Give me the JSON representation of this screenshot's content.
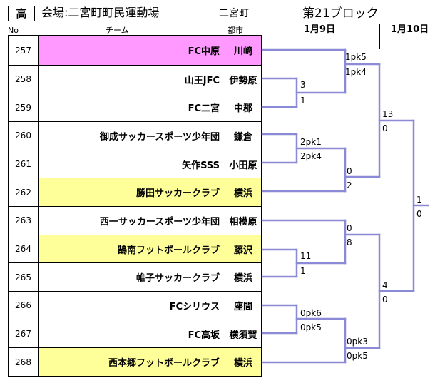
{
  "header": {
    "level_badge": "高",
    "venue": "会場:二宮町町民運動場",
    "host_town": "二宮町",
    "block_title": "第21ブロック",
    "date_round1": "1月9日",
    "date_round2": "1月10日",
    "col_no": "No",
    "col_team": "チーム",
    "col_city": "都市"
  },
  "colors": {
    "highlight_pink": "#ff99ff",
    "highlight_yellow": "#ffff99",
    "bracket_line": "#8a8ad6"
  },
  "teams": [
    {
      "no": "257",
      "name": "FC中原",
      "city": "川崎",
      "highlight": "pink"
    },
    {
      "no": "258",
      "name": "山王JFC",
      "city": "伊勢原",
      "highlight": ""
    },
    {
      "no": "259",
      "name": "FC二宮",
      "city": "中郡",
      "highlight": ""
    },
    {
      "no": "260",
      "name": "御成サッカースポーツ少年団",
      "city": "鎌倉",
      "highlight": ""
    },
    {
      "no": "261",
      "name": "矢作SSS",
      "city": "小田原",
      "highlight": ""
    },
    {
      "no": "262",
      "name": "勝田サッカークラブ",
      "city": "横浜",
      "highlight": "yellow"
    },
    {
      "no": "263",
      "name": "西一サッカースポーツ少年団",
      "city": "相模原",
      "highlight": ""
    },
    {
      "no": "264",
      "name": "鵠南フットボールクラブ",
      "city": "藤沢",
      "highlight": "yellow"
    },
    {
      "no": "265",
      "name": "帷子サッカークラブ",
      "city": "横浜",
      "highlight": ""
    },
    {
      "no": "266",
      "name": "FCシリウス",
      "city": "座間",
      "highlight": ""
    },
    {
      "no": "267",
      "name": "FC高坂",
      "city": "横須賀",
      "highlight": ""
    },
    {
      "no": "268",
      "name": "西本郷フットボールクラブ",
      "city": "横浜",
      "highlight": "yellow"
    }
  ],
  "scores": {
    "m258_259_top": "3",
    "m258_259_bottom": "1",
    "m260_261_top": "2pk1",
    "m260_261_bottom": "2pk4",
    "m264_265_top": "11",
    "m264_265_bottom": "1",
    "m266_267_top": "0pk6",
    "m266_267_bottom": "0pk5",
    "m257_vs_w_top": "1pk5",
    "m257_vs_w_bottom": "1pk4",
    "mw_vs_262_top": "0",
    "mw_vs_262_bottom": "2",
    "m263_vs_w_top": "0",
    "m263_vs_w_bottom": "8",
    "mw_vs_268_top": "0pk3",
    "mw_vs_268_bottom": "0pk5",
    "semi_top_top": "13",
    "semi_top_bottom": "0",
    "semi_bottom_top": "4",
    "semi_bottom_bottom": "0",
    "final_top": "1",
    "final_bottom": "0"
  }
}
